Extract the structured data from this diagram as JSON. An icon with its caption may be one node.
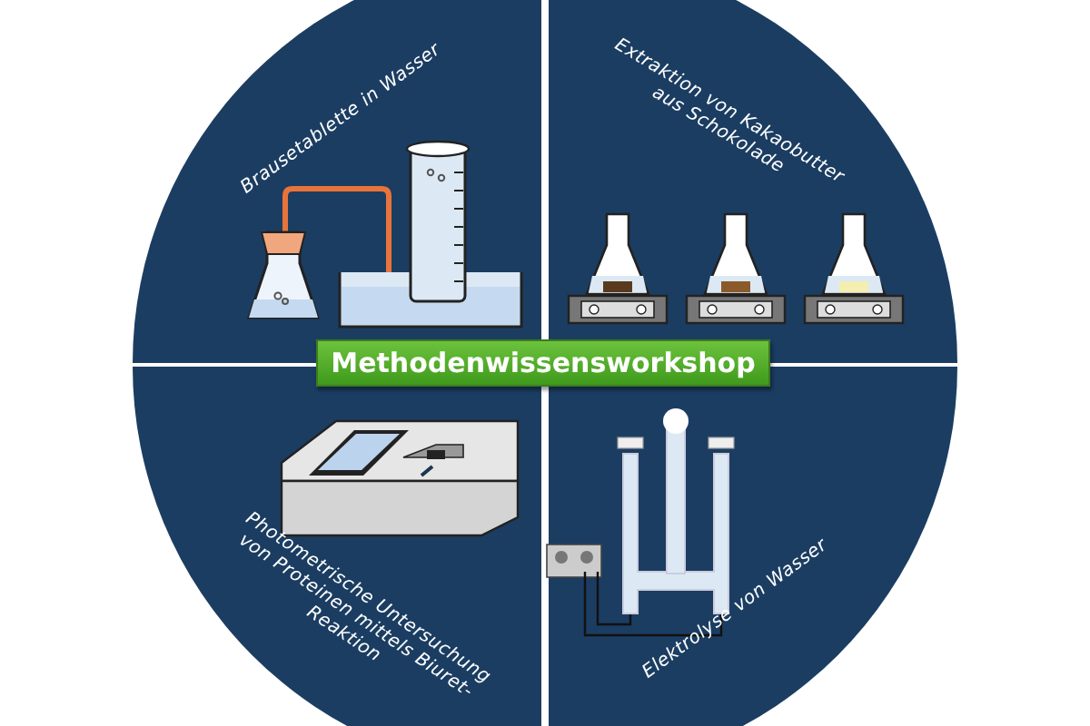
{
  "diagram": {
    "nodes": [
      {
        "text": [
          "Brausetablette in Wasser"
        ]
      },
      {
        "text": [
          "Extraktion von Kakaobutter aus Schokolade"
        ]
      },
      {
        "text": [
          "Methodenwissensworkshop"
        ]
      },
      {
        "text": [
          "Photometrische Untersuchung von Proteinen mittels Biuret-Reaktion"
        ]
      },
      {
        "text": [
          "Elektrolyse von Wasser"
        ]
      }
    ]
  }
}
